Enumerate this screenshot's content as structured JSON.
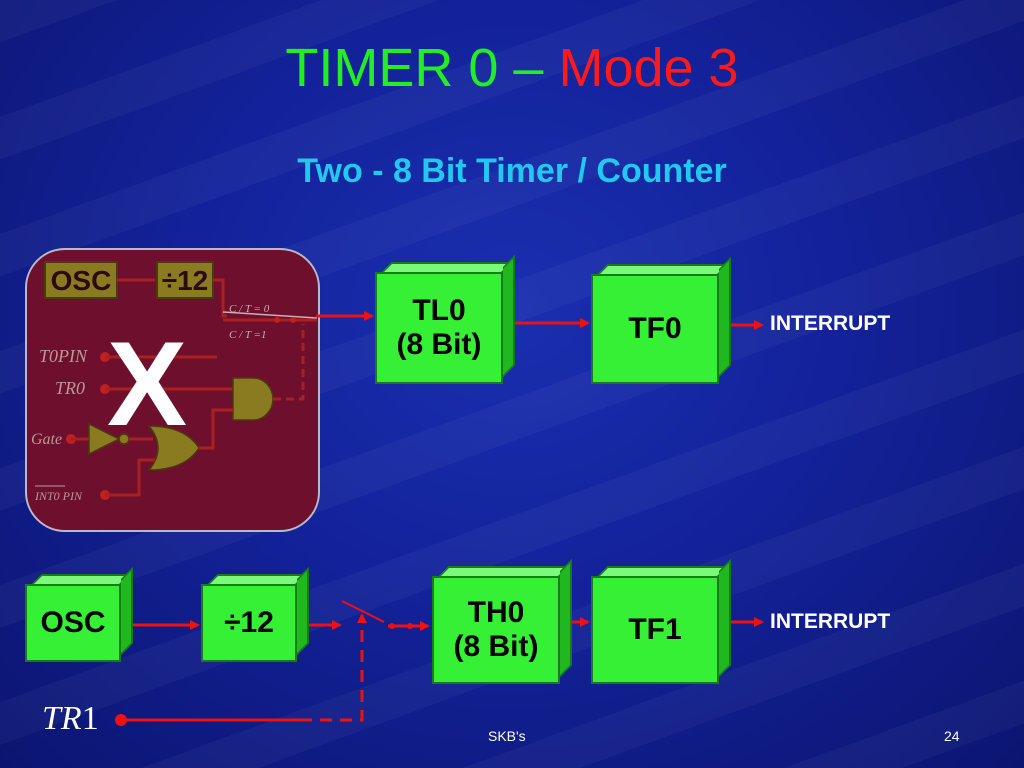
{
  "title": {
    "part1": "TIMER 0 – ",
    "part2": "Mode 3"
  },
  "subtitle": "Two - 8 Bit Timer / Counter",
  "panel": {
    "osc": "OSC",
    "div12": "÷12",
    "ct0": "C / T = 0",
    "ct1": "C / T =1",
    "t0pin": "T0PIN",
    "tr0": "TR0",
    "gate": "Gate",
    "int0pin": "INT0 PIN",
    "cross": "X"
  },
  "boxes": {
    "tl0": {
      "line1": "TL0",
      "line2": "(8 Bit)"
    },
    "tf0": "TF0",
    "osc": "OSC",
    "div12": "÷12",
    "th0": {
      "line1": "TH0",
      "line2": "(8 Bit)"
    },
    "tf1": "TF1"
  },
  "interrupt_top": "INTERRUPT",
  "interrupt_bottom": "INTERRUPT",
  "tr1": {
    "name": "TR",
    "num": "1"
  },
  "footer": {
    "author": "SKB's",
    "page": "24"
  },
  "colors": {
    "wire": "#ee1111",
    "box": "#36f036",
    "title_green": "#22ee22",
    "title_red": "#ff1a1a",
    "subtitle": "#22c8ee"
  }
}
